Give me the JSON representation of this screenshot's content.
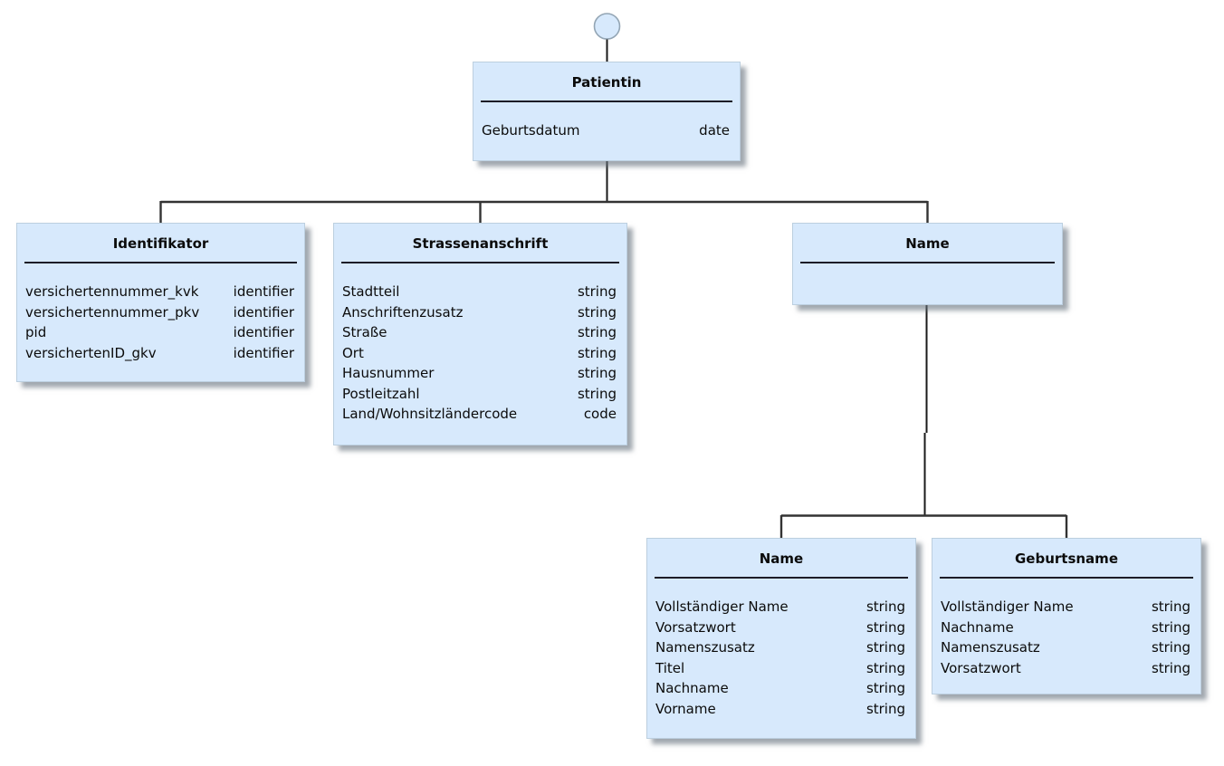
{
  "diagram": {
    "entities": [
      {
        "key": "patientin",
        "title": "Patientin",
        "attributes": [
          {
            "name": "Geburtsdatum",
            "type": "date"
          }
        ]
      },
      {
        "key": "identifikator",
        "title": "Identifikator",
        "attributes": [
          {
            "name": "versichertennummer_kvk",
            "type": "identifier"
          },
          {
            "name": "versichertennummer_pkv",
            "type": "identifier"
          },
          {
            "name": "pid",
            "type": "identifier"
          },
          {
            "name": "versichertenID_gkv",
            "type": "identifier"
          }
        ]
      },
      {
        "key": "strassenanschrift",
        "title": "Strassenanschrift",
        "attributes": [
          {
            "name": "Stadtteil",
            "type": "string"
          },
          {
            "name": "Anschriftenzusatz",
            "type": "string"
          },
          {
            "name": "Straße",
            "type": "string"
          },
          {
            "name": "Ort",
            "type": "string"
          },
          {
            "name": "Hausnummer",
            "type": "string"
          },
          {
            "name": "Postleitzahl",
            "type": "string"
          },
          {
            "name": "Land/Wohnsitzländercode",
            "type": "code"
          }
        ]
      },
      {
        "key": "name-parent",
        "title": "Name",
        "attributes": []
      },
      {
        "key": "name-child",
        "title": "Name",
        "attributes": [
          {
            "name": "Vollständiger Name",
            "type": "string"
          },
          {
            "name": "Vorsatzwort",
            "type": "string"
          },
          {
            "name": "Namenszusatz",
            "type": "string"
          },
          {
            "name": "Titel",
            "type": "string"
          },
          {
            "name": "Nachname",
            "type": "string"
          },
          {
            "name": "Vorname",
            "type": "string"
          }
        ]
      },
      {
        "key": "geburtsname",
        "title": "Geburtsname",
        "attributes": [
          {
            "name": "Vollständiger Name",
            "type": "string"
          },
          {
            "name": "Nachname",
            "type": "string"
          },
          {
            "name": "Namenszusatz",
            "type": "string"
          },
          {
            "name": "Vorsatzwort",
            "type": "string"
          }
        ]
      }
    ],
    "relations": [
      {
        "parent": "patientin",
        "child": "identifikator"
      },
      {
        "parent": "patientin",
        "child": "strassenanschrift"
      },
      {
        "parent": "patientin",
        "child": "name-parent"
      },
      {
        "parent": "name-parent",
        "child": "name-child"
      },
      {
        "parent": "name-parent",
        "child": "geburtsname"
      }
    ],
    "colors": {
      "box_fill": "#d7e9fc",
      "box_border": "#bccfdf",
      "box_shadow": "#68737e",
      "connector_line": "#333333",
      "circle_stroke": "#93a5b4",
      "title_rule": "#1c1c26",
      "text": "#0b0b0b",
      "background": "#ffffff"
    }
  }
}
